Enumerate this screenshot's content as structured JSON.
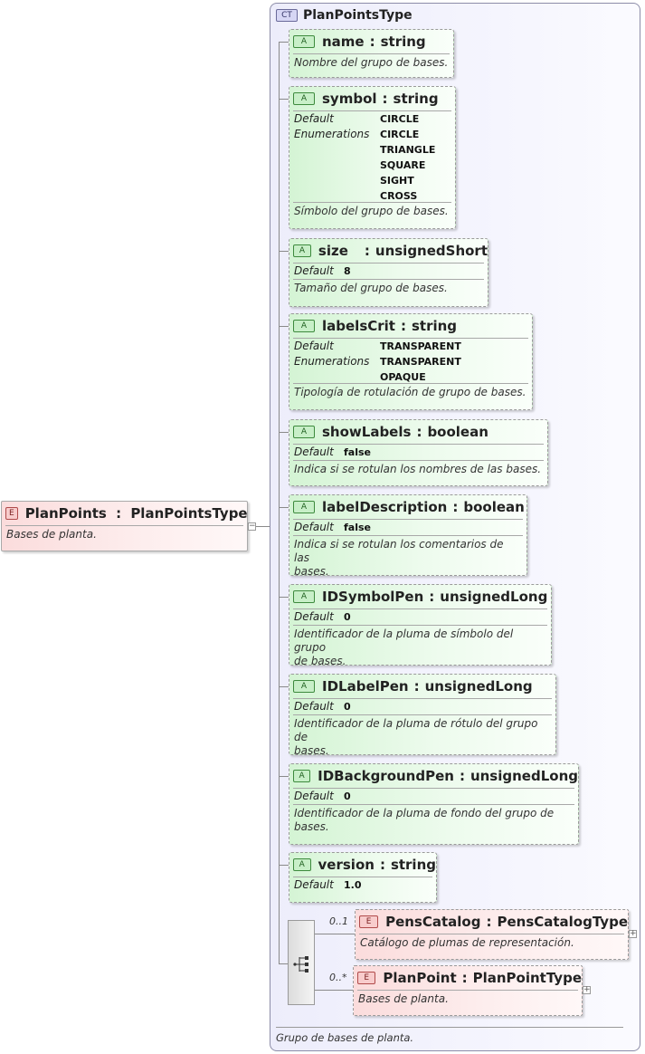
{
  "root_element": {
    "badge": "E",
    "name": "PlanPoints",
    "colon": ":",
    "type": "PlanPointsType",
    "doc": "Bases de planta."
  },
  "complex_type": {
    "badge": "CT",
    "name": "PlanPointsType",
    "doc": "Grupo de bases de planta."
  },
  "attributes": [
    {
      "badge": "A",
      "name": "name",
      "colon": ":",
      "type": "string",
      "doc": "Nombre del grupo de bases."
    },
    {
      "badge": "A",
      "name": "symbol",
      "colon": ":",
      "type": "string",
      "default_label": "Default",
      "default": "CIRCLE",
      "enum_label": "Enumerations",
      "enumerations": [
        "CIRCLE",
        "TRIANGLE",
        "SQUARE",
        "SIGHT",
        "CROSS"
      ],
      "doc": "Símbolo del grupo de bases."
    },
    {
      "badge": "A",
      "name": "size",
      "colon": ":",
      "type": "unsignedShort",
      "default_label": "Default",
      "default": "8",
      "doc": "Tamaño del grupo de bases."
    },
    {
      "badge": "A",
      "name": "labelsCrit",
      "colon": ":",
      "type": "string",
      "default_label": "Default",
      "default": "TRANSPARENT",
      "enum_label": "Enumerations",
      "enumerations": [
        "TRANSPARENT",
        "OPAQUE"
      ],
      "doc": "Tipología de rotulación de grupo de bases."
    },
    {
      "badge": "A",
      "name": "showLabels",
      "colon": ":",
      "type": "boolean",
      "default_label": "Default",
      "default": "false",
      "doc": "Indica si se rotulan los nombres de las bases."
    },
    {
      "badge": "A",
      "name": "labelDescription",
      "colon": ":",
      "type": "boolean",
      "default_label": "Default",
      "default": "false",
      "doc_lines": [
        "Indica si se rotulan los comentarios de las",
        "bases."
      ]
    },
    {
      "badge": "A",
      "name": "IDSymbolPen",
      "colon": ":",
      "type": "unsignedLong",
      "default_label": "Default",
      "default": "0",
      "doc_lines": [
        "Identificador de la pluma de símbolo del grupo",
        "de bases."
      ]
    },
    {
      "badge": "A",
      "name": "IDLabelPen",
      "colon": ":",
      "type": "unsignedLong",
      "default_label": "Default",
      "default": "0",
      "doc_lines": [
        "Identificador de la pluma de rótulo del grupo de",
        "bases."
      ]
    },
    {
      "badge": "A",
      "name": "IDBackgroundPen",
      "colon": ":",
      "type": "unsignedLong",
      "default_label": "Default",
      "default": "0",
      "doc_lines": [
        "Identificador de la pluma de fondo del grupo de",
        "bases."
      ]
    },
    {
      "badge": "A",
      "name": "version",
      "colon": ":",
      "type": "string",
      "default_label": "Default",
      "default": "1.0"
    }
  ],
  "sequence": {
    "icon": "sequence-compositor-icon",
    "children": [
      {
        "badge": "E",
        "cardinality": "0..1",
        "name": "PensCatalog",
        "colon": ":",
        "type": "PensCatalogType",
        "doc": "Catálogo de plumas de representación."
      },
      {
        "badge": "E",
        "cardinality": "0..*",
        "name": "PlanPoint",
        "colon": ":",
        "type": "PlanPointType",
        "doc": "Bases de planta."
      }
    ]
  },
  "expand_icons": [
    "collapse-icon",
    "expand-icon"
  ],
  "colors": {
    "complex_type_bg": "#ededfb",
    "attribute_bg": "#d4f4d4",
    "element_bg": "#fbdcdc",
    "connector": "#8a8a8a"
  }
}
